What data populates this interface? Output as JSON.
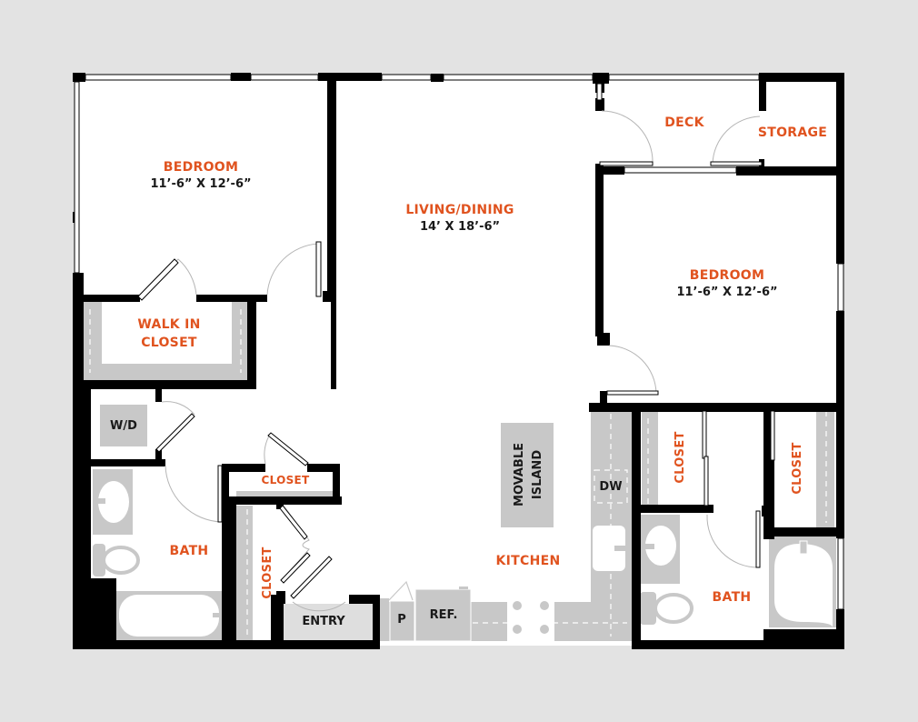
{
  "colors": {
    "background": "#e3e3e3",
    "floor": "#ffffff",
    "wall": "#000000",
    "fixture": "#c8c8c8",
    "room_label": "#e0531f",
    "dimension_text": "#1a1a1a"
  },
  "rooms": {
    "bedroom_1": {
      "name": "BEDROOM",
      "dimensions": "11’-6” X 12’-6”"
    },
    "living_dining": {
      "name": "LIVING/DINING",
      "dimensions": "14’ X 18’-6”"
    },
    "bedroom_2": {
      "name": "BEDROOM",
      "dimensions": "11’-6” X 12’-6”"
    },
    "deck": {
      "name": "DECK"
    },
    "storage": {
      "name": "STORAGE"
    },
    "walk_in_closet": {
      "line1": "WALK IN",
      "line2": "CLOSET"
    },
    "bath_1": {
      "name": "BATH"
    },
    "bath_2": {
      "name": "BATH"
    },
    "hall_closet": {
      "name": "CLOSET"
    },
    "entry_closet": {
      "name": "CLOSET"
    },
    "bedroom_2_closet_a": {
      "name": "CLOSET"
    },
    "bedroom_2_closet_b": {
      "name": "CLOSET"
    },
    "kitchen": {
      "name": "KITCHEN"
    },
    "entry": {
      "name": "ENTRY"
    }
  },
  "fixtures": {
    "washer_dryer": "W/D",
    "island_line1": "MOVABLE",
    "island_line2": "ISLAND",
    "dishwasher": "DW",
    "refrigerator": "REF.",
    "pantry": "P"
  }
}
